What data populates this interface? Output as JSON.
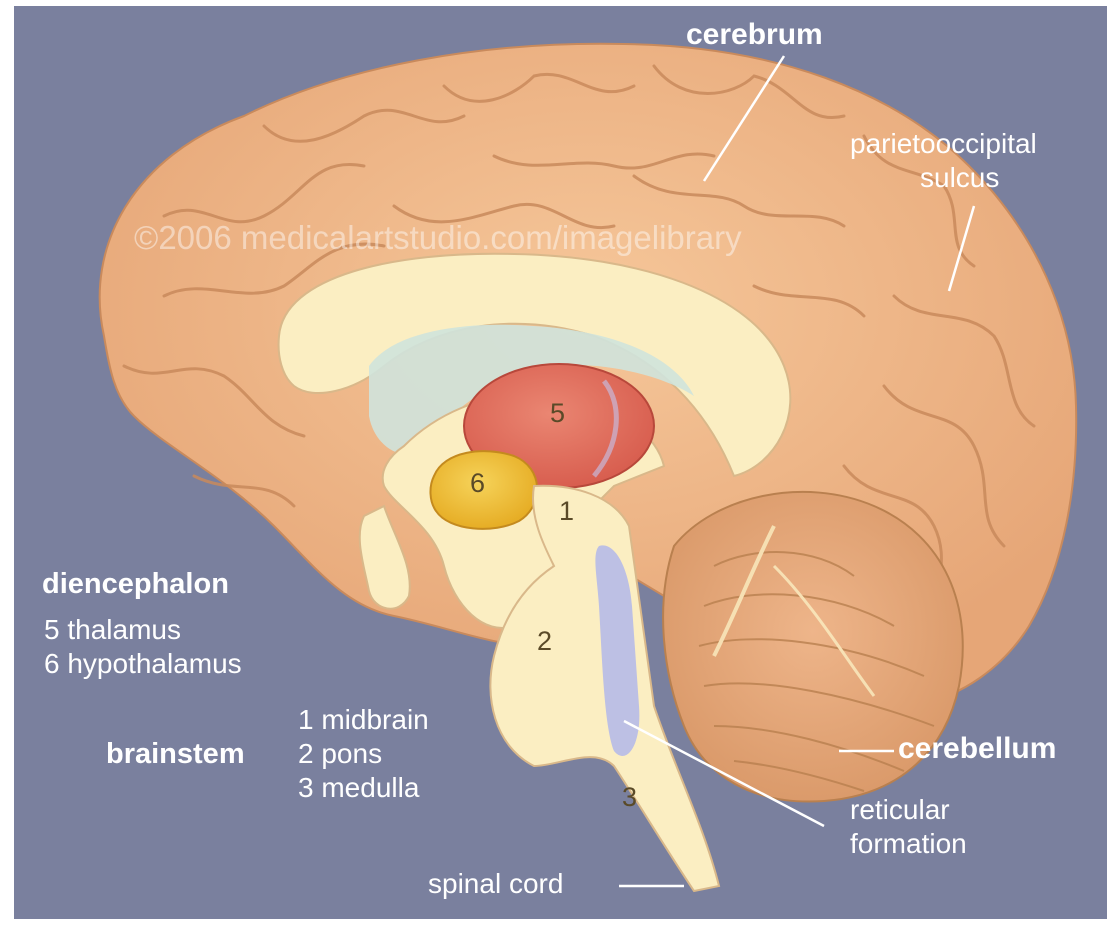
{
  "watermark": "©2006 medicalartstudio.com/imagelibrary",
  "labels": {
    "cerebrum": "cerebrum",
    "parietooccipital_line1": "parietooccipital",
    "parietooccipital_line2": "sulcus",
    "diencephalon": "diencephalon",
    "thalamus": "5 thalamus",
    "hypothalamus": "6 hypothalamus",
    "brainstem": "brainstem",
    "midbrain": "1 midbrain",
    "pons": "2 pons",
    "medulla": "3 medulla",
    "cerebellum": "cerebellum",
    "reticular_line1": "reticular",
    "reticular_line2": "formation",
    "spinal_cord": "spinal cord"
  },
  "region_numbers": {
    "thalamus": "5",
    "hypothalamus": "6",
    "midbrain": "1",
    "pons": "2",
    "medulla": "3"
  },
  "colors": {
    "background": "#7a809e",
    "cortex": "#f0b98a",
    "white_matter": "#fbeec2",
    "thalamus": "#e5705f",
    "hypothalamus": "#f0c23a",
    "ventricle": "#cfe3dc",
    "reticular": "#b9bde6"
  }
}
